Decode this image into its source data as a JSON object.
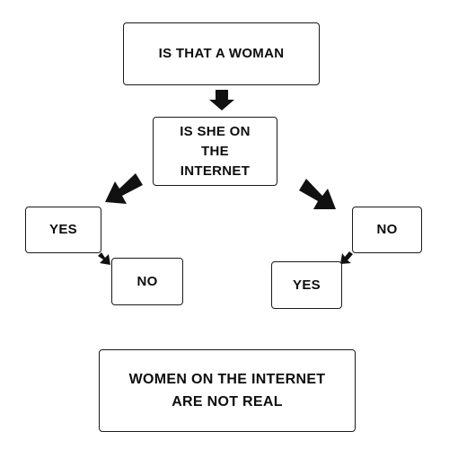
{
  "boxes": {
    "q1": "IS THAT A WOMAN",
    "q2": "IS SHE ON\nTHE\nINTERNET",
    "yes_left": "YES",
    "no_left": "NO",
    "no_right": "NO",
    "yes_right": "YES",
    "conclusion": "WOMEN ON THE INTERNET\nARE NOT REAL"
  }
}
